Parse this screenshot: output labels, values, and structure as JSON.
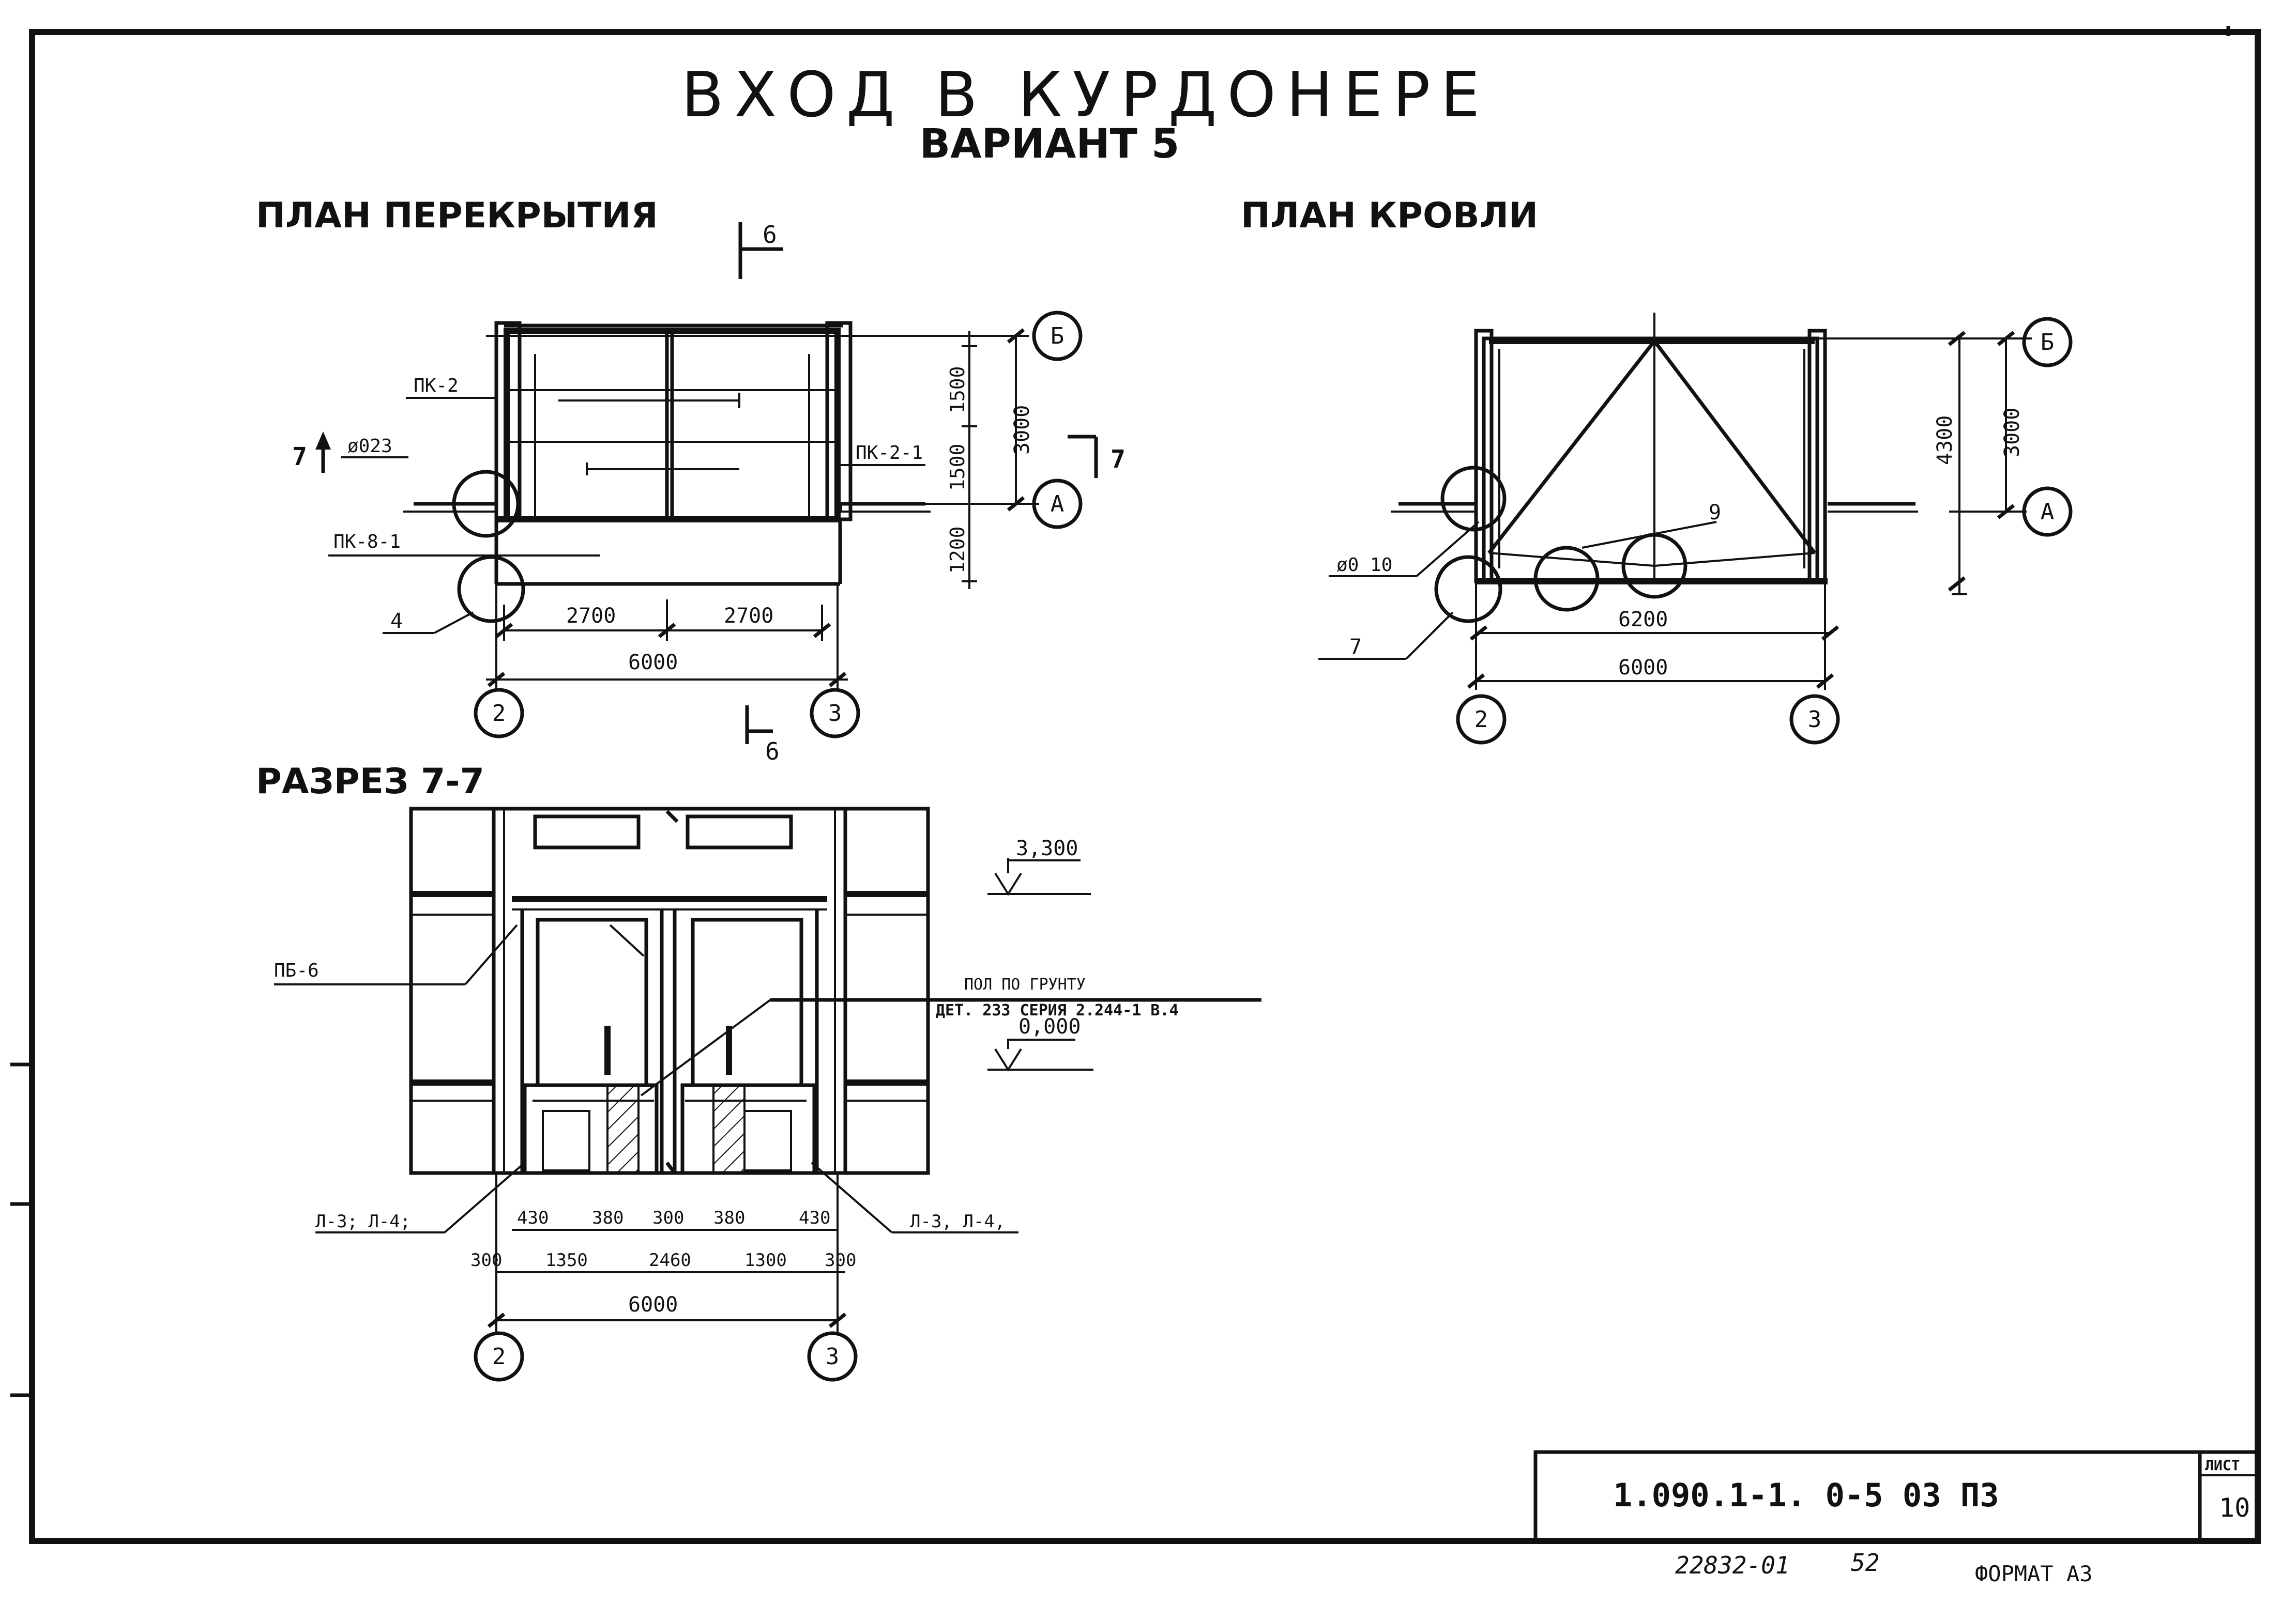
{
  "title": {
    "main": "ВХОД В КУРДОНЕРЕ",
    "variant": "ВАРИАНТ 5"
  },
  "views": {
    "floor_plan": {
      "title": "ПЛАН ПЕРЕКРЫТИЯ",
      "labels": {
        "pk2": "ПК-2",
        "pk21": "ПК-2-1",
        "pk81": "ПК-8-1",
        "d23": "ø023",
        "n4": "4",
        "sec_left": "7",
        "sec_right": "7",
        "sec6_top": "6",
        "sec6_bot": "6"
      },
      "dims": {
        "d2700a": "2700",
        "d2700b": "2700",
        "d6000": "6000",
        "d1500a": "1500",
        "d1500b": "1500",
        "d3000": "3000",
        "d1200": "1200"
      },
      "axes": {
        "b": "Б",
        "a": "А",
        "ax2": "2",
        "ax3": "3"
      }
    },
    "roof_plan": {
      "title": "ПЛАН КРОВЛИ",
      "labels": {
        "d10": "ø0 10",
        "n9": "9",
        "n7": "7"
      },
      "dims": {
        "d6200": "6200",
        "d6000": "6000",
        "d4300": "4300",
        "d3000": "3000"
      },
      "axes": {
        "b": "Б",
        "a": "А",
        "ax2": "2",
        "ax3": "3"
      }
    },
    "section": {
      "title": "РАЗРЕЗ 7-7",
      "labels": {
        "pb6": "ПБ-6",
        "floor1": "ПОЛ ПО ГРУНТУ",
        "floor2": "ДЕТ. 233 СЕРИЯ 2.244-1 В.4",
        "l34a": "Л-3; Л-4;",
        "l34b": "Л-3, Л-4,"
      },
      "levels": {
        "top": "3,300",
        "zero": "0,000"
      },
      "dims": {
        "d430a": "430",
        "d380a": "380",
        "d300m": "300",
        "d380b": "380",
        "d430b": "430",
        "d300l": "300",
        "d1350": "1350",
        "d2460": "2460",
        "d1300": "1300",
        "d300r": "300",
        "d6000": "6000"
      },
      "axes": {
        "ax2": "2",
        "ax3": "3"
      }
    }
  },
  "stamp": {
    "code": "1.090.1-1. 0-5   03 ПЗ",
    "sheet_label": "ЛИСТ",
    "sheet_no": "10"
  },
  "footer": {
    "order": "22832-01",
    "num": "52",
    "format": "ФОРМАТ А3"
  }
}
